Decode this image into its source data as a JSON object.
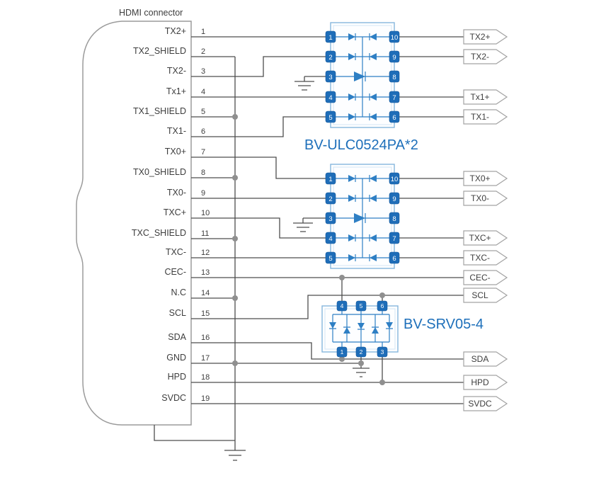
{
  "title": "HDMI connector",
  "ic1": {
    "label": "BV-ULC0524PA*2",
    "pins_left": [
      "1",
      "2",
      "3",
      "4",
      "5"
    ],
    "pins_right": [
      "10",
      "9",
      "8",
      "7",
      "6"
    ]
  },
  "srv": {
    "label": "BV-SRV05-4",
    "pins_top": [
      "4",
      "5",
      "6"
    ],
    "pins_bottom": [
      "1",
      "2",
      "3"
    ]
  },
  "connector_pins": [
    {
      "name": "TX2+",
      "num": "1"
    },
    {
      "name": "TX2_SHIELD",
      "num": "2"
    },
    {
      "name": "TX2-",
      "num": "3"
    },
    {
      "name": "Tx1+",
      "num": "4"
    },
    {
      "name": "TX1_SHIELD",
      "num": "5"
    },
    {
      "name": "TX1-",
      "num": "6"
    },
    {
      "name": "TX0+",
      "num": "7"
    },
    {
      "name": "TX0_SHIELD",
      "num": "8"
    },
    {
      "name": "TX0-",
      "num": "9"
    },
    {
      "name": "TXC+",
      "num": "10"
    },
    {
      "name": "TXC_SHIELD",
      "num": "11"
    },
    {
      "name": "TXC-",
      "num": "12"
    },
    {
      "name": "CEC-",
      "num": "13"
    },
    {
      "name": "N.C",
      "num": "14"
    },
    {
      "name": "SCL",
      "num": "15"
    },
    {
      "name": "SDA",
      "num": "16"
    },
    {
      "name": "GND",
      "num": "17"
    },
    {
      "name": "HPD",
      "num": "18"
    },
    {
      "name": "SVDC",
      "num": "19"
    }
  ],
  "outputs": [
    {
      "label": "TX2+"
    },
    {
      "label": "TX2-"
    },
    {
      "label": "Tx1+"
    },
    {
      "label": "TX1-"
    },
    {
      "label": "TX0+"
    },
    {
      "label": "TX0-"
    },
    {
      "label": "TXC+"
    },
    {
      "label": "TXC-"
    },
    {
      "label": "CEC-"
    },
    {
      "label": "SCL"
    },
    {
      "label": "SDA"
    },
    {
      "label": "HPD"
    },
    {
      "label": "SVDC"
    }
  ],
  "colors": {
    "accent_blue": "#1d6fba",
    "wire": "#4d4d4d",
    "junction_dot": "#8f8f8f",
    "outline_gray": "#9b9b9b"
  }
}
